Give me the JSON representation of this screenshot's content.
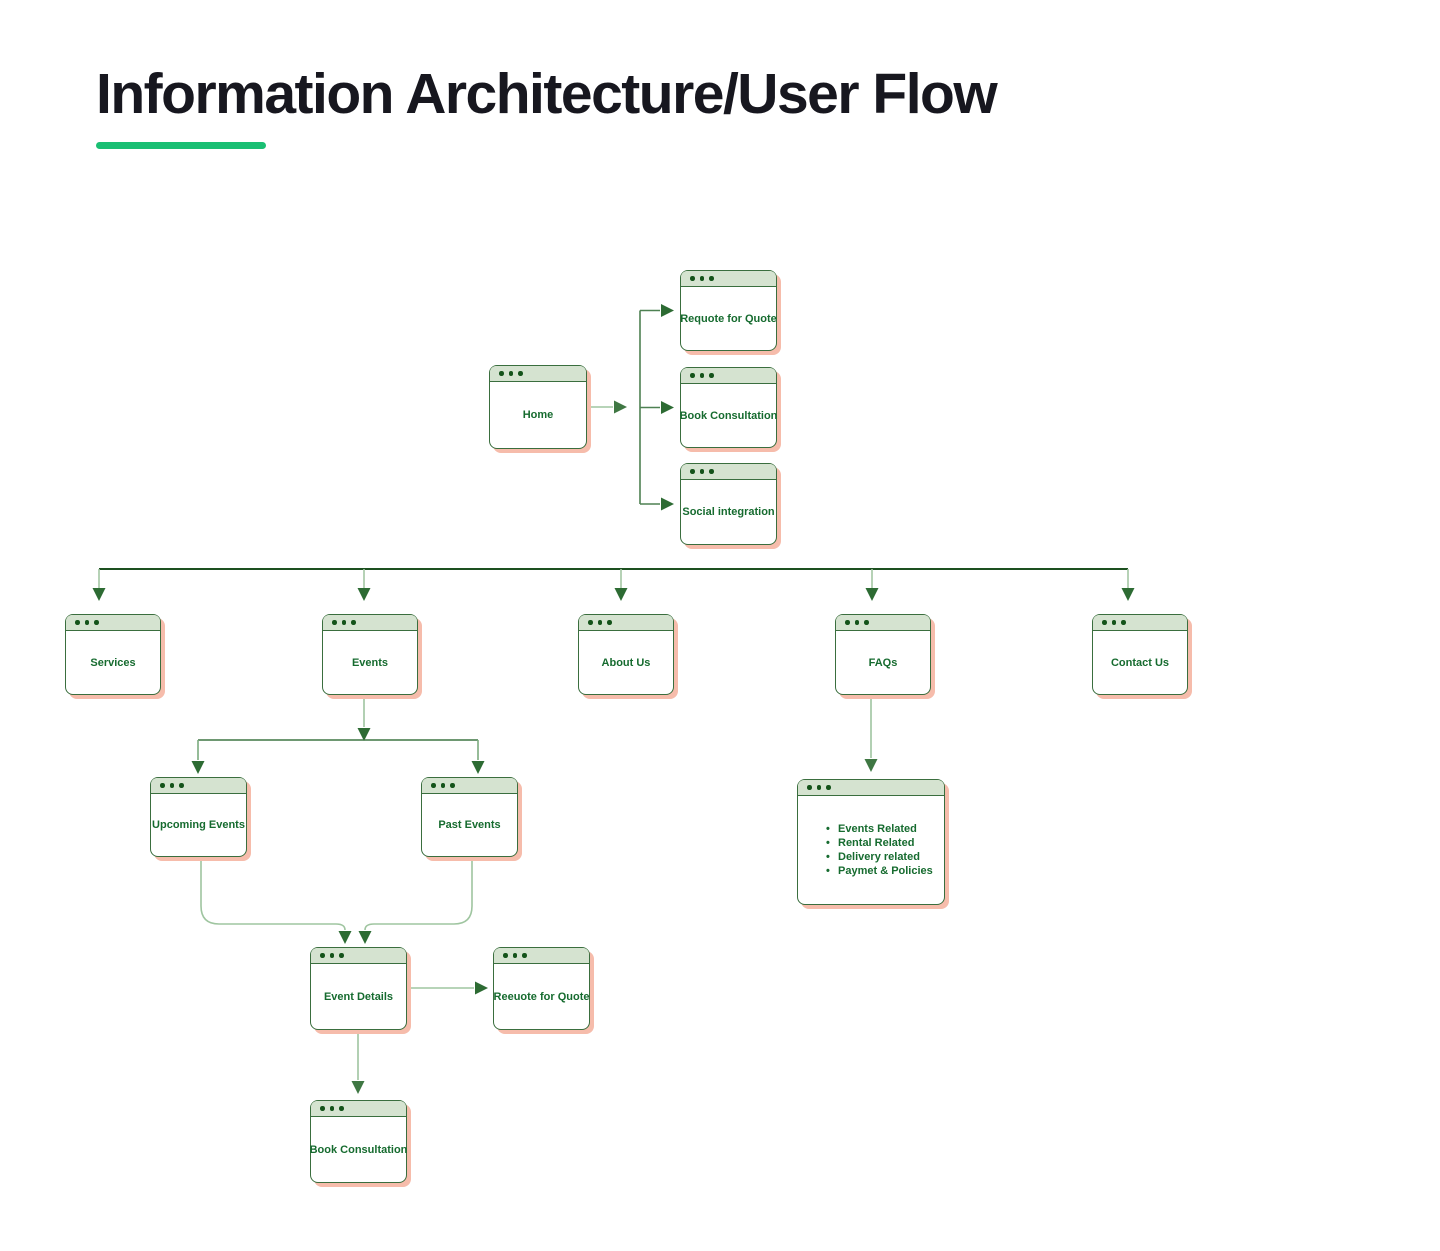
{
  "title": {
    "text": "Information Architecture/User Flow"
  },
  "colors": {
    "accent_underline": "#1abf73",
    "box_border": "#3a6e3e",
    "box_header_fill": "#d5e3d0",
    "label_text": "#166b2f",
    "box_shadow": "#f6bcab",
    "line_light": "#9fc5a0",
    "line_medium": "#4e8152",
    "line_dark": "#1d5020",
    "arrowhead": "#2d6b33"
  },
  "nodes": {
    "home": {
      "label": "Home"
    },
    "requote_for_quote": {
      "label": "Requote for Quote"
    },
    "book_consultation": {
      "label": "Book Consultation"
    },
    "social_integration": {
      "label": "Social integration"
    },
    "services": {
      "label": "Services"
    },
    "events": {
      "label": "Events"
    },
    "about_us": {
      "label": "About Us"
    },
    "faqs": {
      "label": "FAQs"
    },
    "contact_us": {
      "label": "Contact Us"
    },
    "upcoming_events": {
      "label": "Upcoming Events"
    },
    "past_events": {
      "label": "Past Events"
    },
    "faq_topics": {
      "items": [
        "Events Related",
        "Rental Related",
        "Delivery related",
        "Paymet & Policies"
      ]
    },
    "event_details": {
      "label": "Event Details"
    },
    "reeuote_for_quote": {
      "label": "Reeuote for Quote"
    },
    "book_consultation_2": {
      "label": "Book Consultation"
    }
  }
}
